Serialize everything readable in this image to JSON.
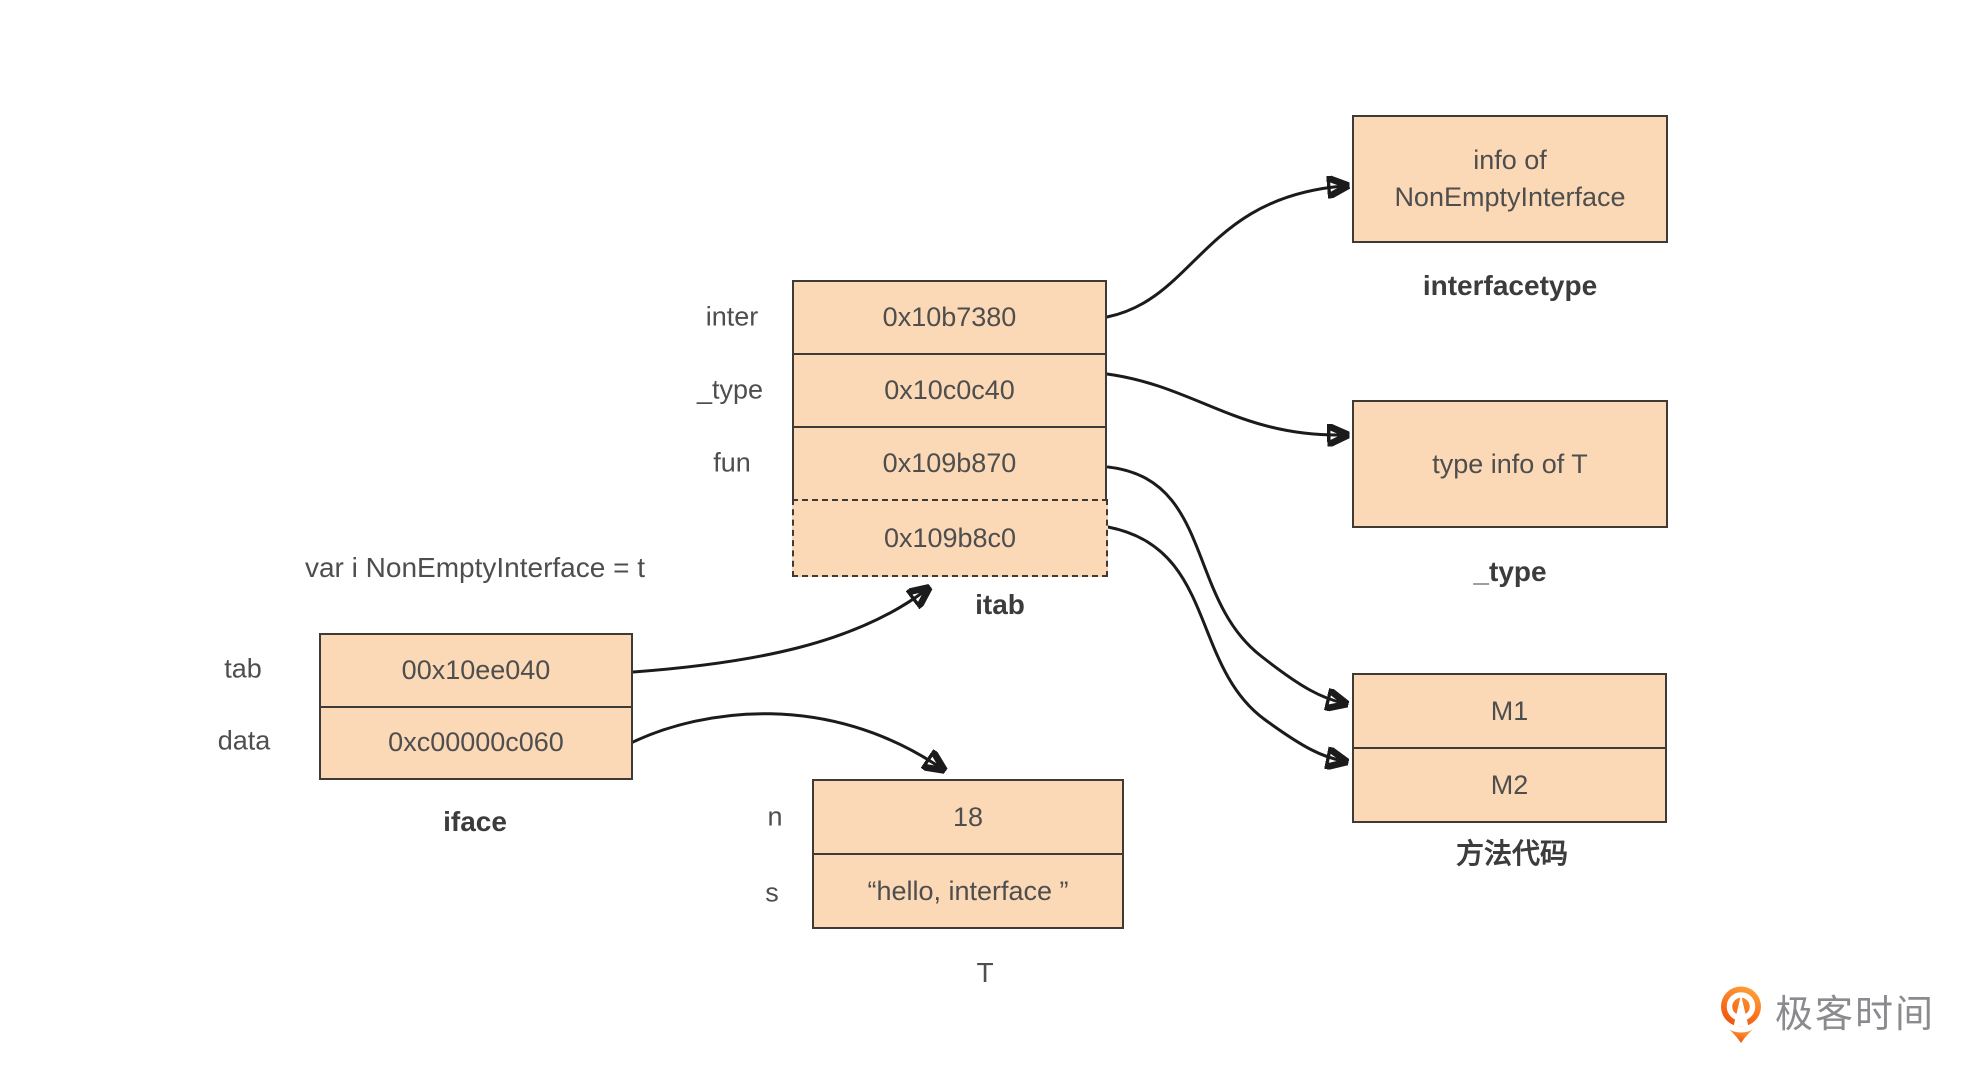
{
  "colors": {
    "background": "#FFFFFF",
    "box_fill": "#FCD9B6",
    "box_border": "#3F3A36",
    "text": "#4E4E4E",
    "bold_label": "#3C3C3C",
    "arrow": "#1B1B1B",
    "logo_text_gray": "#8B8A8E",
    "logo_orange_light": "#FFA238",
    "logo_orange_deep": "#F1500B"
  },
  "declaration": "var i NonEmptyInterface = t",
  "iface": {
    "label": "iface",
    "rows": [
      {
        "field": "tab",
        "value": "00x10ee040"
      },
      {
        "field": "data",
        "value": "0xc00000c060"
      }
    ]
  },
  "itab": {
    "label": "itab",
    "rows": [
      {
        "field": "inter",
        "value": "0x10b7380"
      },
      {
        "field": "_type",
        "value": "0x10c0c40"
      },
      {
        "field": "fun",
        "value": "0x109b870"
      }
    ],
    "dashed_row": {
      "value": "0x109b8c0"
    }
  },
  "interfacetype": {
    "label": "interfacetype",
    "line1": "info of",
    "line2": "NonEmptyInterface"
  },
  "type_info": {
    "label": "_type",
    "text": "type info of T"
  },
  "methods": {
    "label": "方法代码",
    "rows": [
      {
        "value": "M1"
      },
      {
        "value": "M2"
      }
    ]
  },
  "t_struct": {
    "label": "T",
    "rows": [
      {
        "field": "n",
        "value": "18"
      },
      {
        "field": "s",
        "value": "“hello, interface ”"
      }
    ]
  },
  "logo": {
    "icon": "geektime-pin-icon",
    "text": "极客时间"
  }
}
